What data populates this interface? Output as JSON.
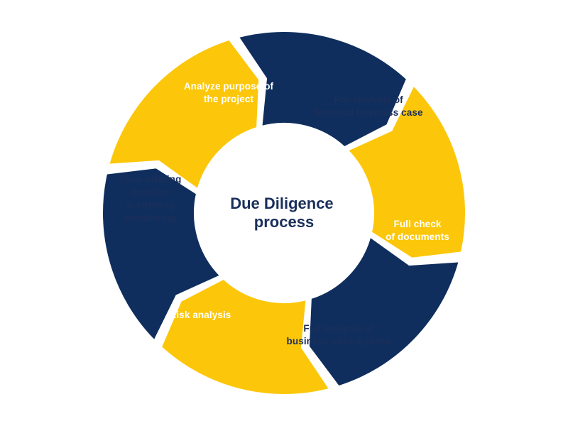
{
  "center": {
    "lines": [
      "Due Diligence",
      "process"
    ]
  },
  "colors": {
    "navy": "#0f2e5e",
    "yellow": "#fcc70a",
    "navy_text": "#ffffff",
    "yellow_text": "#1a2f5a",
    "center_text": "#1a2f5a",
    "background": "#ffffff"
  },
  "steps": [
    {
      "lines": [
        "Analyze purpose of",
        "the project"
      ],
      "color": "navy"
    },
    {
      "lines": [
        "Pre-analysis of",
        "financial business case"
      ],
      "color": "yellow"
    },
    {
      "lines": [
        "Full check",
        "of documents"
      ],
      "color": "navy"
    },
    {
      "lines": [
        "Full analysis of",
        "business case & plans"
      ],
      "color": "yellow"
    },
    {
      "lines": [
        "Risk analysis"
      ],
      "color": "navy"
    },
    {
      "lines": [
        "Final offering",
        "creation",
        "& ongoing",
        "monitoring"
      ],
      "color": "yellow"
    }
  ]
}
